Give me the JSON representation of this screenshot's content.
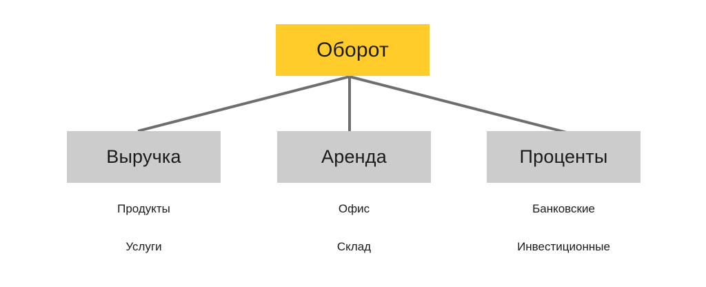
{
  "diagram": {
    "type": "tree",
    "orientation": "top-down",
    "background": "#ffffff",
    "root": {
      "label": "Оборот",
      "fill": "#ffcc29",
      "text_color": "#1a1a1a"
    },
    "connector": {
      "color": "#6e6e6e",
      "width": 4
    },
    "children": [
      {
        "label": "Выручка",
        "fill": "#cccccc",
        "leaves": [
          "Продукты",
          "Услуги"
        ]
      },
      {
        "label": "Аренда",
        "fill": "#cccccc",
        "leaves": [
          "Офис",
          "Склад"
        ]
      },
      {
        "label": "Проценты",
        "fill": "#cccccc",
        "leaves": [
          "Банковские",
          "Инвестиционные"
        ]
      }
    ]
  }
}
